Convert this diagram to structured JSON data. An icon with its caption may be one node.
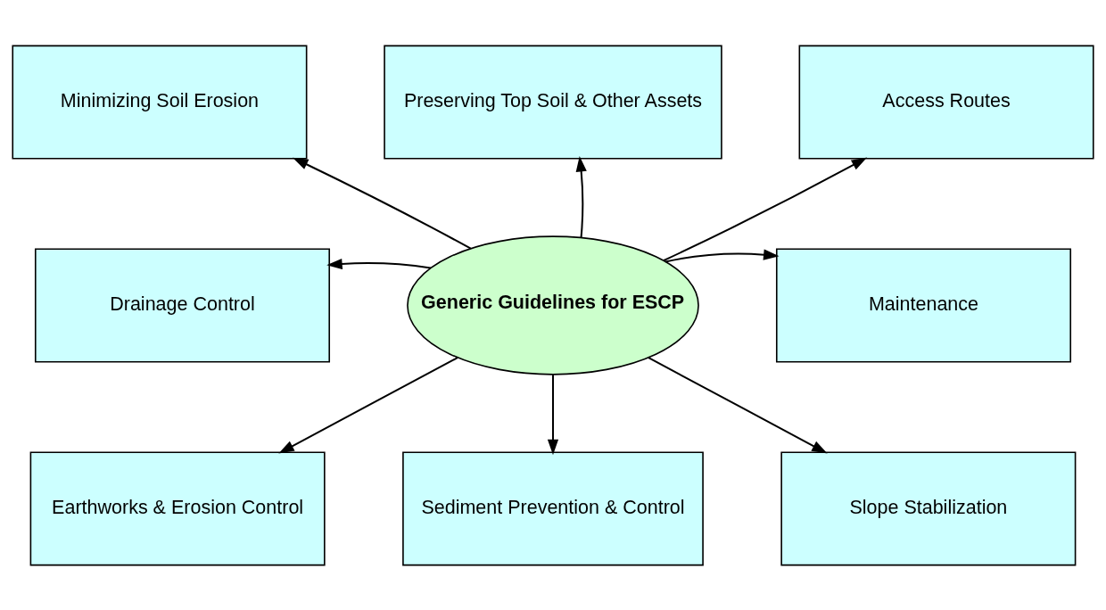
{
  "diagram": {
    "nodes": [
      {
        "text": [
          "Minimizing Soil Erosion"
        ]
      },
      {
        "text": [
          "Preserving Top Soil & Other Assets"
        ]
      },
      {
        "text": [
          "Access Routes"
        ]
      },
      {
        "text": [
          "Drainage Control"
        ]
      },
      {
        "text": [
          "Generic Guidelines for ESCP"
        ]
      },
      {
        "text": [
          "Maintenance"
        ]
      },
      {
        "text": [
          "Earthworks & Erosion Control"
        ]
      },
      {
        "text": [
          "Sediment Prevention & Control"
        ]
      },
      {
        "text": [
          "Slope Stabilization"
        ]
      }
    ],
    "edges": [
      {
        "from": 4,
        "to": 0,
        "arrow": "to"
      },
      {
        "from": 4,
        "to": 1,
        "arrow": "to"
      },
      {
        "from": 4,
        "to": 2,
        "arrow": "to"
      },
      {
        "from": 4,
        "to": 3,
        "arrow": "to"
      },
      {
        "from": 4,
        "to": 5,
        "arrow": "to"
      },
      {
        "from": 4,
        "to": 6,
        "arrow": "to"
      },
      {
        "from": 4,
        "to": 7,
        "arrow": "to"
      },
      {
        "from": 4,
        "to": 8,
        "arrow": "to"
      }
    ]
  }
}
